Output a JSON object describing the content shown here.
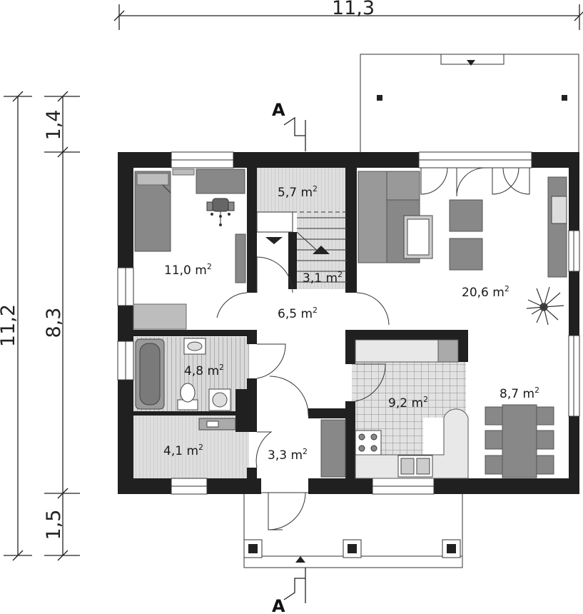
{
  "dimensions": {
    "overall_width": "11,3",
    "overall_depth": "11,2",
    "segment_top": "1,4",
    "segment_middle": "8,3",
    "segment_bottom": "1,5"
  },
  "section_marker": {
    "top_label": "A",
    "bottom_label": "A"
  },
  "rooms": {
    "bedroom": {
      "area": "11,0 m",
      "unit_exp": "2"
    },
    "stair_upper": {
      "area": "5,7 m",
      "unit_exp": "2"
    },
    "stair_lower": {
      "area": "3,1 m",
      "unit_exp": "2"
    },
    "hall": {
      "area": "6,5 m",
      "unit_exp": "2"
    },
    "bathroom": {
      "area": "4,8 m",
      "unit_exp": "2"
    },
    "utility": {
      "area": "4,1 m",
      "unit_exp": "2"
    },
    "vestibule": {
      "area": "3,3 m",
      "unit_exp": "2"
    },
    "kitchen": {
      "area": "9,2 m",
      "unit_exp": "2"
    },
    "living_room": {
      "area": "20,6 m",
      "unit_exp": "2"
    },
    "dining": {
      "area": "8,7 m",
      "unit_exp": "2"
    }
  },
  "colors": {
    "wall": "#202020",
    "furniture": "#888888",
    "tile": "#cfcfcf"
  },
  "icons": [
    "entrance-arrow-icon",
    "terrace-door-arrow-icon",
    "plant-icon",
    "chair-icon"
  ]
}
